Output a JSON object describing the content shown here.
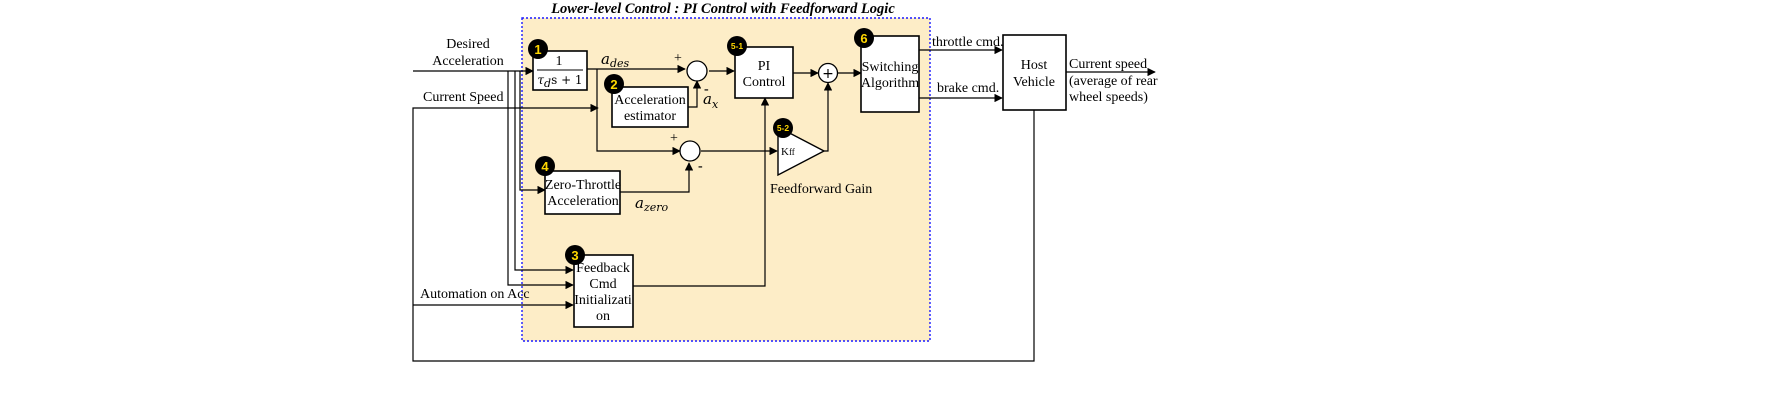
{
  "title": "Lower-level Control : PI Control with Feedforward Logic",
  "colors": {
    "panel_fill": "#fdedc7",
    "panel_border": "#1a1aff",
    "badge_bg": "#000000",
    "badge_text": "#ffd700"
  },
  "inputs": {
    "desired_acceleration_line1": "Desired",
    "desired_acceleration_line2": "Acceleration",
    "current_speed": "Current Speed",
    "automation_on": "Automation on Acc"
  },
  "blocks": {
    "filter": {
      "badge": "1",
      "numerator": "1",
      "denominator_tau": "τ",
      "denominator_sub": "d",
      "denominator_rest": "s + 1"
    },
    "acceleration_estimator": {
      "badge": "2",
      "line1": "Acceleration",
      "line2": "estimator"
    },
    "feedback_cmd_init": {
      "badge": "3",
      "line1": "Feedback",
      "line2": "Cmd",
      "line3": "Initializati",
      "line4": "on"
    },
    "zero_throttle": {
      "badge": "4",
      "line1": "Zero-Throttle",
      "line2": "Acceleration"
    },
    "pi_control": {
      "badge": "5-1",
      "line1": "PI",
      "line2": "Control"
    },
    "feedforward": {
      "badge": "5-2",
      "label": "K",
      "label_sub": "ff",
      "caption": "Feedforward Gain"
    },
    "switching": {
      "badge": "6",
      "line1": "Switching",
      "line2": "Algorithm"
    },
    "host_vehicle": {
      "line1": "Host",
      "line2": "Vehicle"
    }
  },
  "signals": {
    "a_des": "a",
    "a_des_sub": "des",
    "a_x": "a",
    "a_x_sub": "x",
    "a_zero": "a",
    "a_zero_sub": "zero",
    "throttle_cmd": "throttle cmd.",
    "brake_cmd": "brake cmd.",
    "output_line1": "Current speed",
    "output_line2": "(average of rear",
    "output_line3": "wheel speeds)"
  },
  "signs": {
    "plus": "+",
    "minus": "-",
    "plus_plus": "+"
  }
}
